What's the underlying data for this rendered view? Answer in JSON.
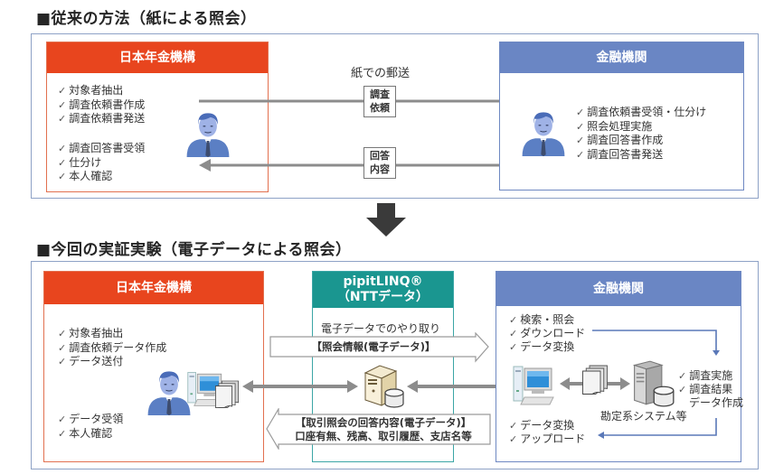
{
  "colors": {
    "jpa_red": "#e8451e",
    "bank_blue": "#6a86c4",
    "ntt_teal": "#1a9690",
    "frame_border": "#8ea2c6",
    "arrow_gray": "#8c8c8c",
    "flow_blue": "#5a78b8"
  },
  "old_method": {
    "title": "■従来の方法（紙による照会）",
    "jpa": {
      "name": "日本年金機構",
      "tasks_send": [
        "対象者抽出",
        "調査依頼書作成",
        "調査依頼書発送"
      ],
      "tasks_receive": [
        "調査回答書受領",
        "仕分け",
        "本人確認"
      ]
    },
    "mail_label": "紙での郵送",
    "request_doc": [
      "調査",
      "依頼"
    ],
    "response_doc": [
      "回答",
      "内容"
    ],
    "bank": {
      "name": "金融機関",
      "tasks": [
        "調査依頼書受領・仕分け",
        "照会処理実施",
        "調査回答書作成",
        "調査回答書発送"
      ]
    }
  },
  "new_method": {
    "title": "■今回の実証実験（電子データによる照会）",
    "jpa": {
      "name": "日本年金機構",
      "tasks_send": [
        "対象者抽出",
        "調査依頼データ作成",
        "データ送付"
      ],
      "tasks_receive": [
        "データ受領",
        "本人確認"
      ]
    },
    "platform": {
      "name_line1": "pipitLINQ®",
      "name_line2": "（NTTデータ）",
      "caption": "電子データでのやり取り",
      "request_arrow_label": "【照会情報(電子データ)】",
      "response_arrow_label_line1": "【取引照会の回答内容(電子データ)】",
      "response_arrow_label_line2": "口座有無、残高、取引履歴、支店名等"
    },
    "bank": {
      "name": "金融機関",
      "tasks_top": [
        "検索・照会",
        "ダウンロード",
        "データ変換"
      ],
      "tasks_bottom": [
        "データ変換",
        "アップロード"
      ],
      "core_system_label": "勘定系システム等",
      "core_tasks": [
        "調査実施",
        "調査結果"
      ],
      "core_task_cont": "データ作成"
    }
  },
  "check_mark": "✓"
}
